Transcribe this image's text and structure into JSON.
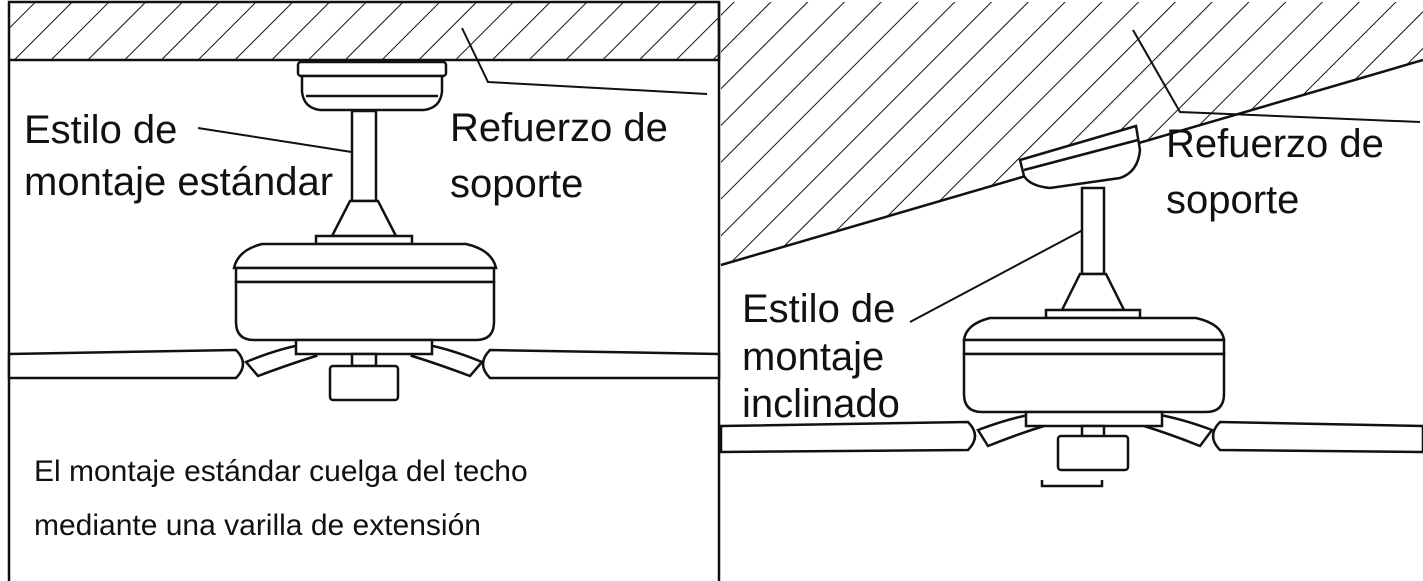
{
  "colors": {
    "ink": "#111111",
    "background": "#ffffff"
  },
  "left_panel": {
    "mount_label_line1": "Estilo de",
    "mount_label_line2": "montaje estándar",
    "support_label_line1": "Refuerzo de",
    "support_label_line2": "soporte",
    "caption_line1": "El montaje estándar cuelga del techo",
    "caption_line2": "mediante una varilla de extensión"
  },
  "right_panel": {
    "support_label_line1": "Refuerzo de",
    "support_label_line2": "soporte",
    "mount_label_line1": "Estilo de",
    "mount_label_line2": "montaje",
    "mount_label_line3": "inclinado"
  }
}
